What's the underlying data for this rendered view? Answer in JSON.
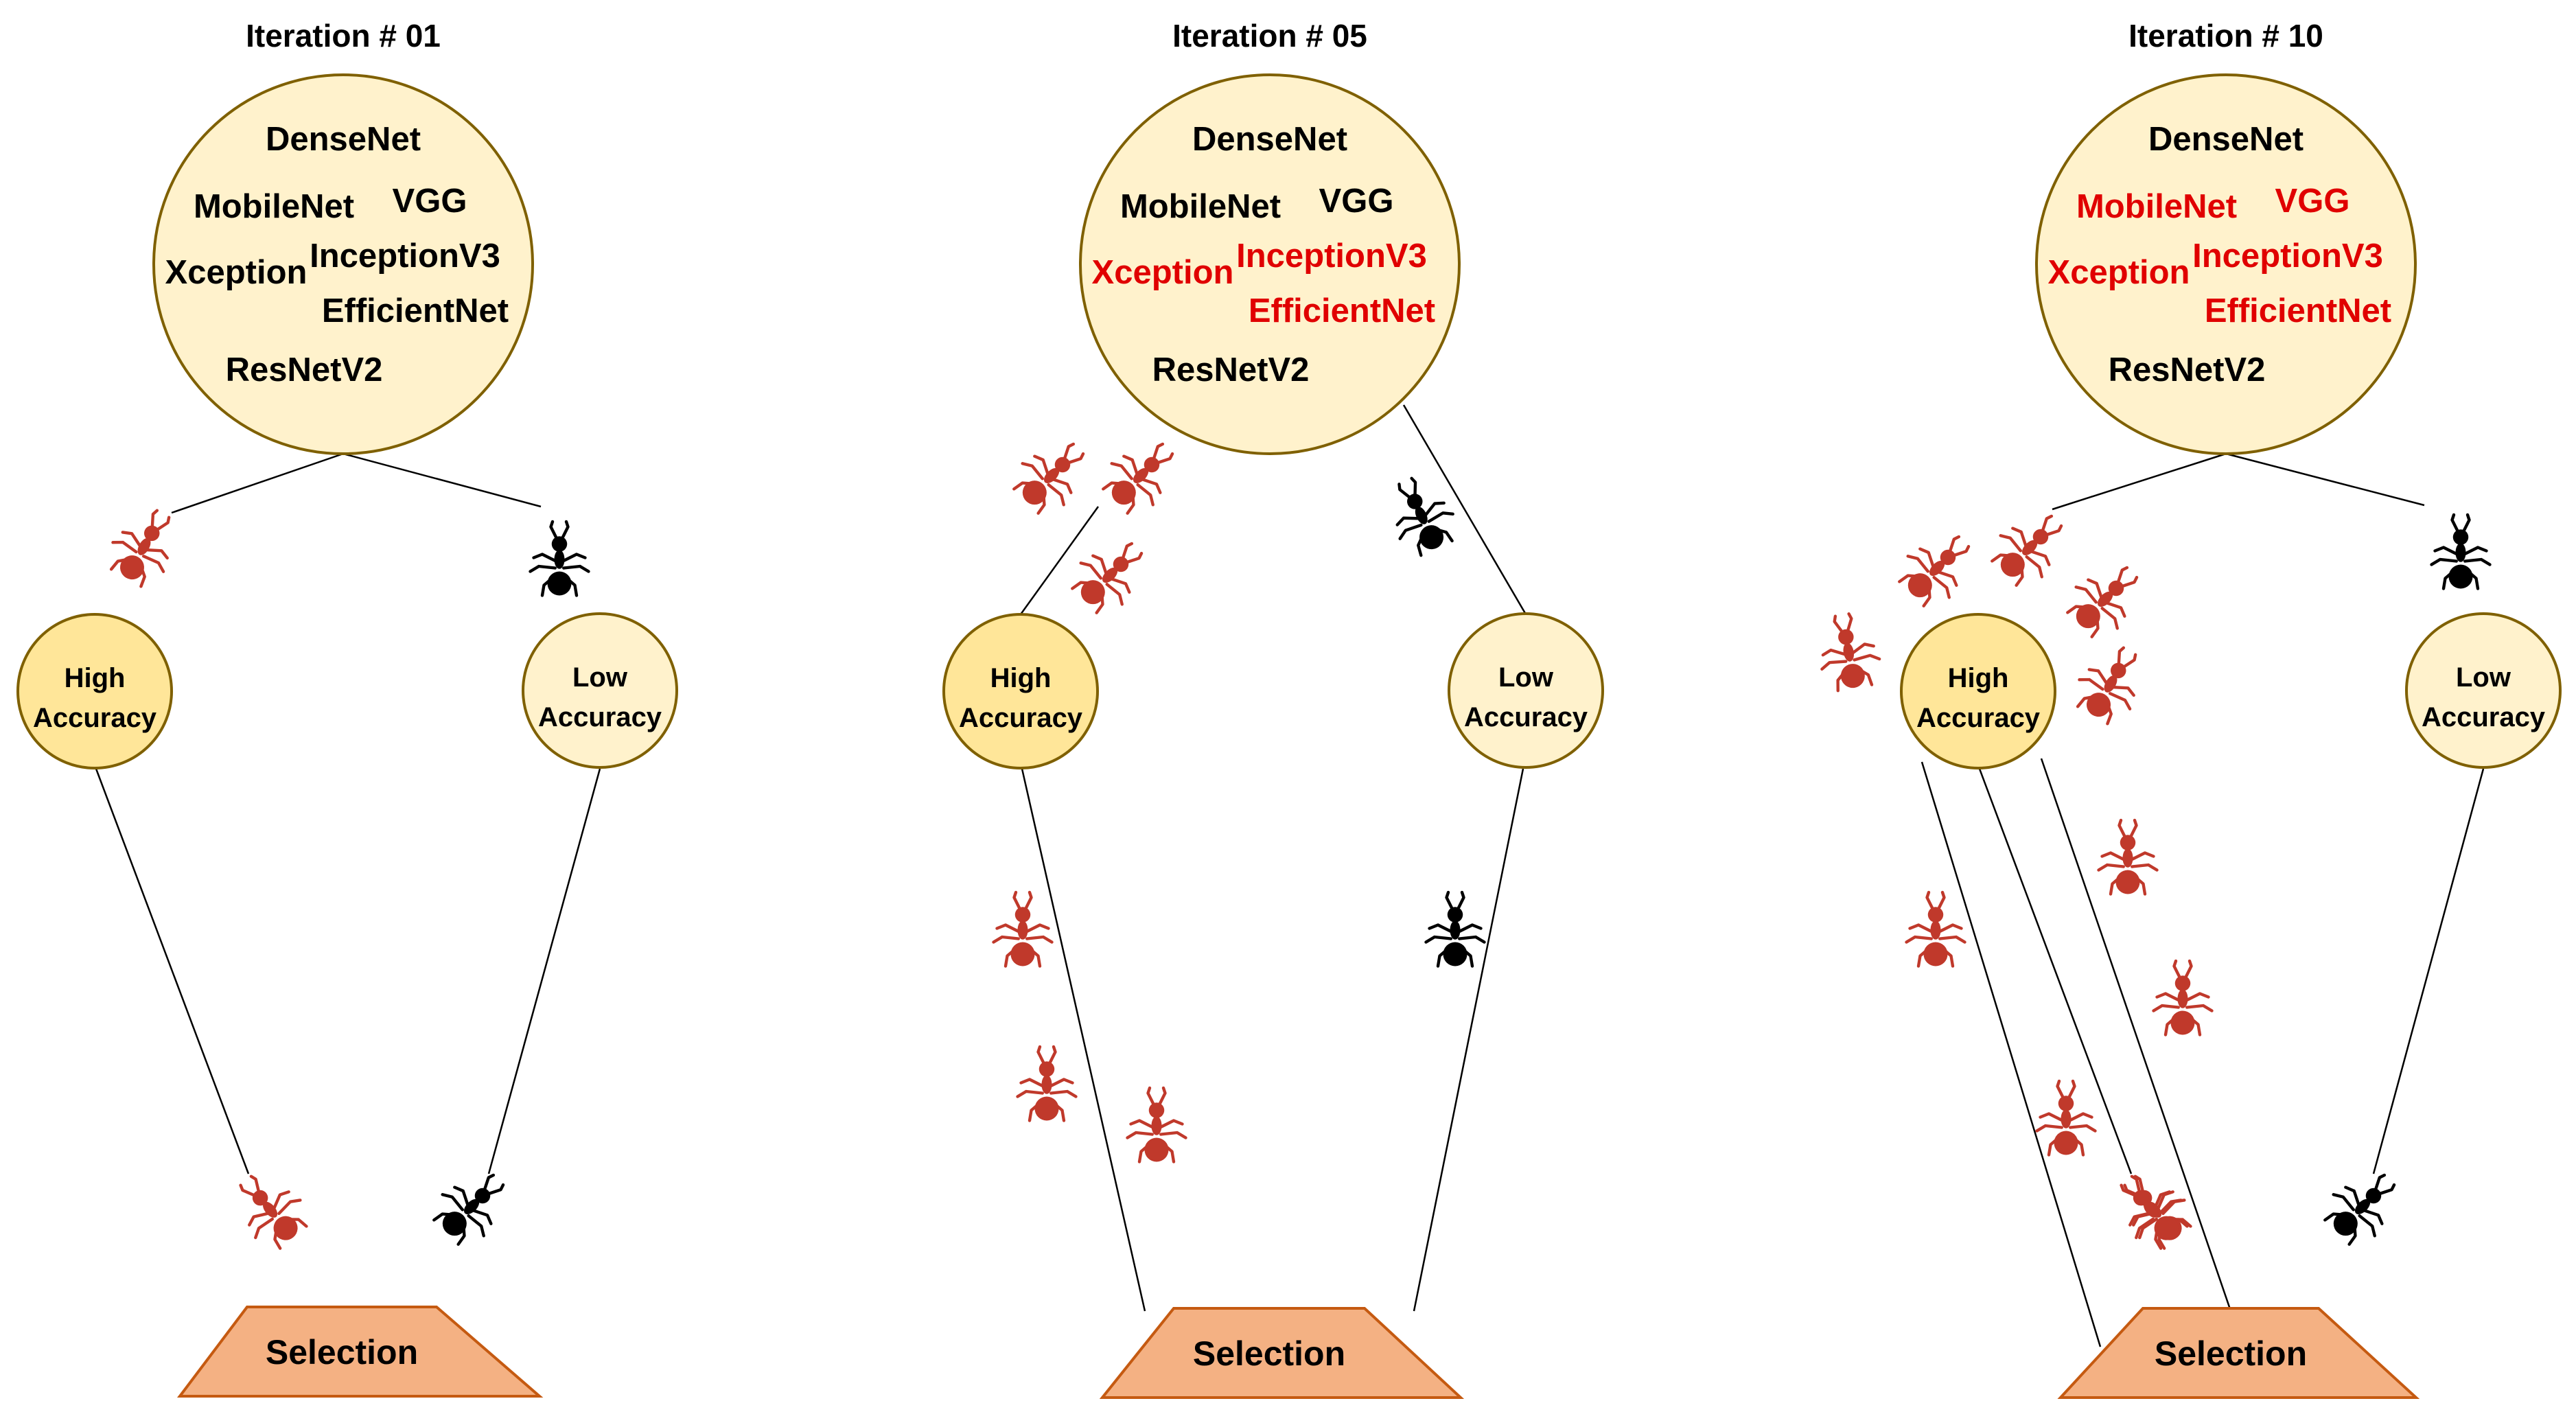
{
  "colors": {
    "pool_fill": "#fff2cc",
    "pool_stroke": "#7f6000",
    "high_fill": "#ffe699",
    "low_fill": "#fff2cc",
    "selection_fill": "#f4b183",
    "selection_stroke": "#c55a11",
    "selected_text": "#e00000",
    "normal_text": "#000000",
    "red_ant": "#c0392b",
    "black_ant": "#000000"
  },
  "labels": {
    "high": [
      "High",
      "Accuracy"
    ],
    "low": [
      "Low",
      "Accuracy"
    ],
    "selection": "Selection"
  },
  "panels": [
    {
      "title": "Iteration # 01",
      "models": [
        {
          "name": "DenseNet",
          "selected": false
        },
        {
          "name": "MobileNet",
          "selected": false
        },
        {
          "name": "VGG",
          "selected": false
        },
        {
          "name": "Xception",
          "selected": false
        },
        {
          "name": "InceptionV3",
          "selected": false
        },
        {
          "name": "EfficientNet",
          "selected": false
        },
        {
          "name": "ResNetV2",
          "selected": false
        }
      ],
      "red_ant_count": 2,
      "black_ant_count": 2
    },
    {
      "title": "Iteration # 05",
      "models": [
        {
          "name": "DenseNet",
          "selected": false
        },
        {
          "name": "MobileNet",
          "selected": false
        },
        {
          "name": "VGG",
          "selected": false
        },
        {
          "name": "Xception",
          "selected": true
        },
        {
          "name": "InceptionV3",
          "selected": true
        },
        {
          "name": "EfficientNet",
          "selected": true
        },
        {
          "name": "ResNetV2",
          "selected": false
        }
      ],
      "red_ant_count": 6,
      "black_ant_count": 2
    },
    {
      "title": "Iteration # 10",
      "models": [
        {
          "name": "DenseNet",
          "selected": false
        },
        {
          "name": "MobileNet",
          "selected": true
        },
        {
          "name": "VGG",
          "selected": true
        },
        {
          "name": "Xception",
          "selected": true
        },
        {
          "name": "InceptionV3",
          "selected": true
        },
        {
          "name": "EfficientNet",
          "selected": true
        },
        {
          "name": "ResNetV2",
          "selected": false
        }
      ],
      "red_ant_count": 11,
      "black_ant_count": 2
    }
  ]
}
